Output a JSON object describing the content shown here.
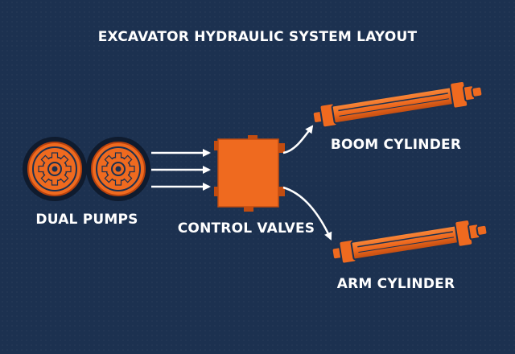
{
  "title": "EXCAVATOR HYDRAULIC SYSTEM LAYOUT",
  "nodes": {
    "pumps": {
      "label": "DUAL PUMPS"
    },
    "valves": {
      "label": "CONTROL VALVES"
    },
    "boom": {
      "label": "BOOM CYLINDER"
    },
    "arm": {
      "label": "ARM CYLINDER"
    }
  },
  "colors": {
    "background": "#1c3150",
    "accent": "#ef6a1f",
    "accent_dark": "#b8420d",
    "line": "#ffffff"
  },
  "icons": [
    "gear-icon",
    "gear-icon",
    "hydraulic-cylinder-icon",
    "hydraulic-cylinder-icon"
  ]
}
